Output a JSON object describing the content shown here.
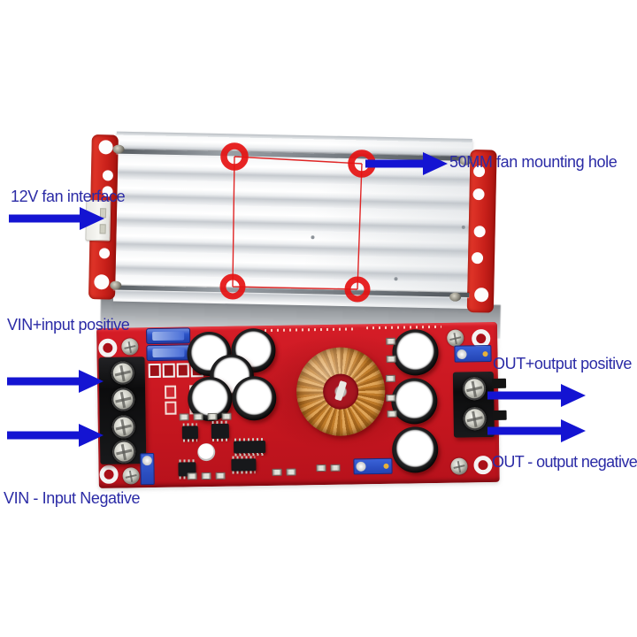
{
  "annotations": {
    "fan_interface": "12V fan interface",
    "fan_mount_hole": "50MM fan mounting hole",
    "vin_positive": "VIN+input positive",
    "vin_negative": "VIN - Input Negative",
    "out_positive": "OUT+output positive",
    "out_negative": "OUT - output negative"
  },
  "colors": {
    "background": "#ffffff",
    "annotation_text": "#2b2ba6",
    "arrow_blue": "#1414d2",
    "marker_red": "#e51313",
    "pcb_red": "#cf1a22",
    "heatsink_silver": "#eceef0",
    "inductor_copper": "#c9872f"
  },
  "icons": {
    "arrow_right": "arrow-right-icon",
    "mount_hole_marker": "mount-hole-marker-icon"
  }
}
